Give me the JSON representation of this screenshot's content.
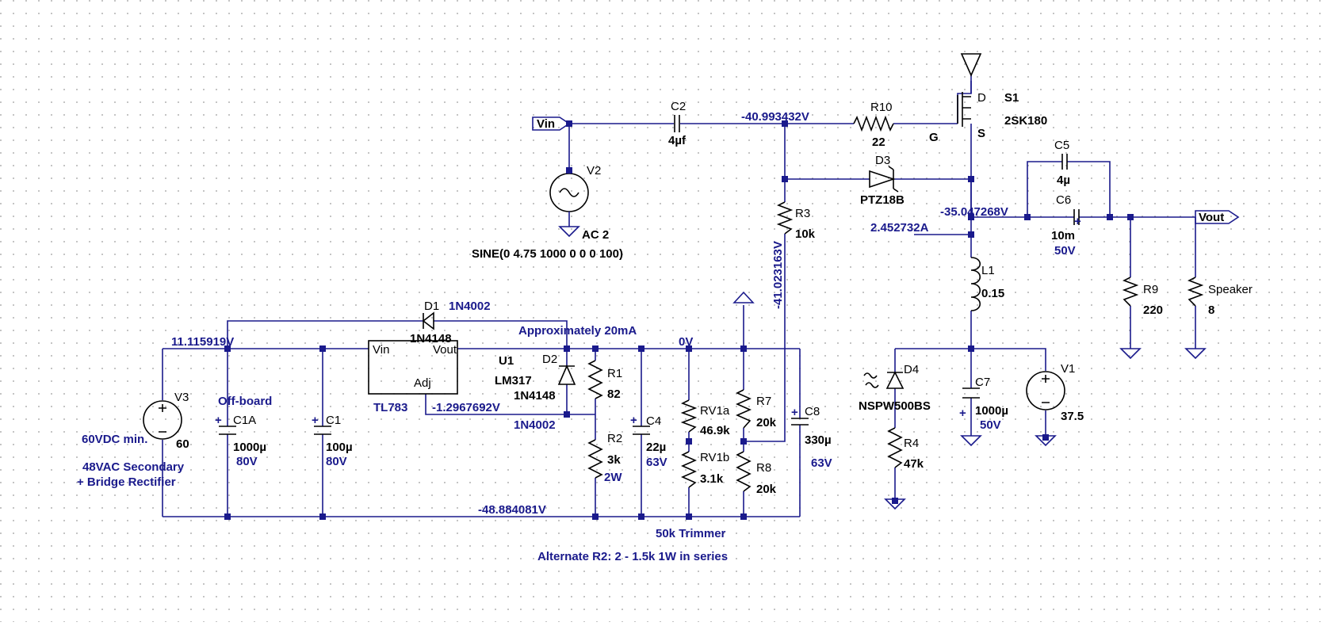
{
  "colors": {
    "wire": "#1a1a8c",
    "component": "#000000",
    "grid_dot": "#9a9a9a",
    "annotation": "#1a1a8c",
    "background": "#ffffff"
  },
  "labels": {
    "vin": "Vin",
    "vout": "Vout",
    "c2_name": "C2",
    "c2_val": "4µf",
    "r10_name": "R10",
    "r10_val": "22",
    "s1_name": "S1",
    "s1_part": "2SK180",
    "s1_d": "D",
    "s1_g": "G",
    "s1_s": "S",
    "d3_name": "D3",
    "d3_part": "PTZ18B",
    "c5_name": "C5",
    "c5_val": "4µ",
    "c6_name": "C6",
    "c6_val": "10m",
    "c6_v": "50V",
    "v2_name": "V2",
    "v2_val": "AC 2",
    "v2_sine": "SINE(0 4.75 1000 0 0 0 100)",
    "r3_name": "R3",
    "r3_val": "10k",
    "l1_name": "L1",
    "l1_val": "0.15",
    "r9_name": "R9",
    "r9_val": "220",
    "spk_name": "Speaker",
    "spk_val": "8",
    "d1_name": "D1",
    "d1_part": "1N4002",
    "d1_model": "1N4148",
    "approx": "Approximately 20mA",
    "u1_vin": "Vin",
    "u1_vout": "Vout",
    "u1_adj": "Adj",
    "u1_name": "U1",
    "u1_part": "LM317",
    "u1_alt": "TL783",
    "d2_name": "D2",
    "d2_model": "1N4148",
    "d2_part": "1N4002",
    "r1_name": "R1",
    "r1_val": "82",
    "r2_name": "R2",
    "r2_val": "3k",
    "r2_w": "2W",
    "c4_name": "C4",
    "c4_val": "22µ",
    "c4_v": "63V",
    "rv1a_name": "RV1a",
    "rv1a_val": "46.9k",
    "rv1b_name": "RV1b",
    "rv1b_val": "3.1k",
    "r7_name": "R7",
    "r7_val": "20k",
    "r8_name": "R8",
    "r8_val": "20k",
    "c8_name": "C8",
    "c8_val": "330µ",
    "c8_v": "63V",
    "v3_name": "V3",
    "v3_val": "60",
    "v3_note1": "60VDC min.",
    "v3_note2": "48VAC Secondary",
    "v3_note3": "+ Bridge Rectifier",
    "offboard": "Off-board",
    "c1a_name": "C1A",
    "c1a_val": "1000µ",
    "c1a_v": "80V",
    "c1_name": "C1",
    "c1_val": "100µ",
    "c1_v": "80V",
    "d4_name": "D4",
    "d4_part": "NSPW500BS",
    "r4_name": "R4",
    "r4_val": "47k",
    "c7_name": "C7",
    "c7_val": "1000µ",
    "c7_v": "50V",
    "v1_name": "V1",
    "v1_val": "37.5",
    "trimmer": "50k Trimmer",
    "alt_r2": "Alternate R2: 2 - 1.5k 1W in series"
  },
  "net_labels": {
    "n_gate": "-40.993432V",
    "n_source": "-35.047268V",
    "n_current": "2.452732A",
    "n_r3": "-41.023163V",
    "n_top": "11.115919V",
    "n_adj": "-1.2967692V",
    "n_zero": "0V",
    "n_bottom": "-48.884081V"
  }
}
